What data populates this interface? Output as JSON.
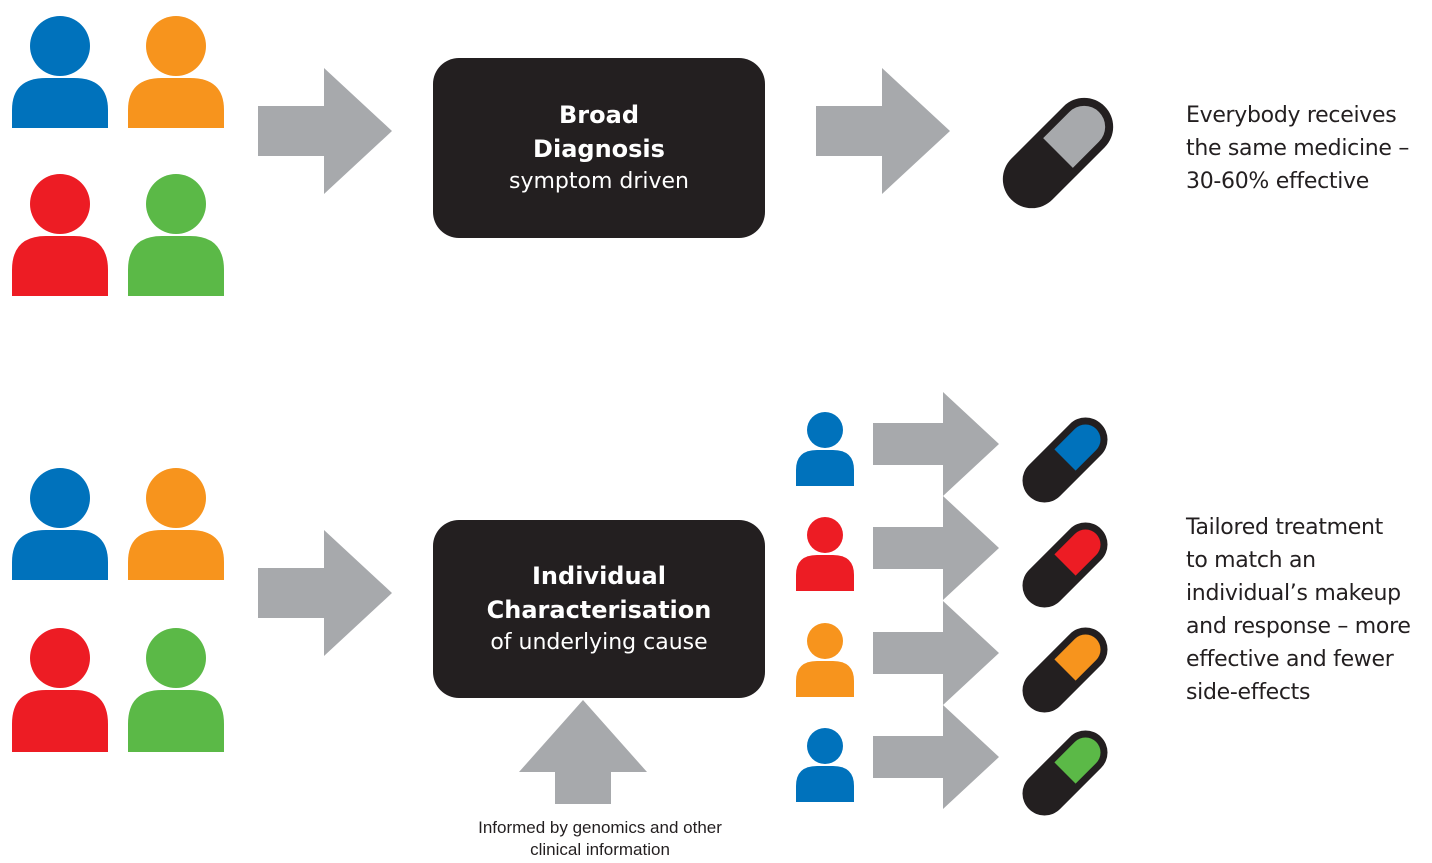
{
  "colors": {
    "blue": "#0072bc",
    "orange": "#f7941d",
    "red": "#ed1c24",
    "green": "#5bb947",
    "gray": "#a7a9ac",
    "dark": "#231f20"
  },
  "top_row": {
    "box": {
      "title_line1": "Broad",
      "title_line2": "Diagnosis",
      "subtitle": "symptom driven"
    },
    "description": [
      "Everybody receives",
      "the same medicine –",
      "30-60% effective"
    ]
  },
  "bottom_row": {
    "box": {
      "title_line1": "Individual",
      "title_line2": "Characterisation",
      "subtitle": "of underlying cause"
    },
    "description": [
      "Tailored treatment",
      "to match an",
      "individual’s makeup",
      "and response – more",
      "effective and fewer",
      "side-effects"
    ],
    "note": [
      "Informed by genomics and other",
      "clinical information"
    ]
  }
}
